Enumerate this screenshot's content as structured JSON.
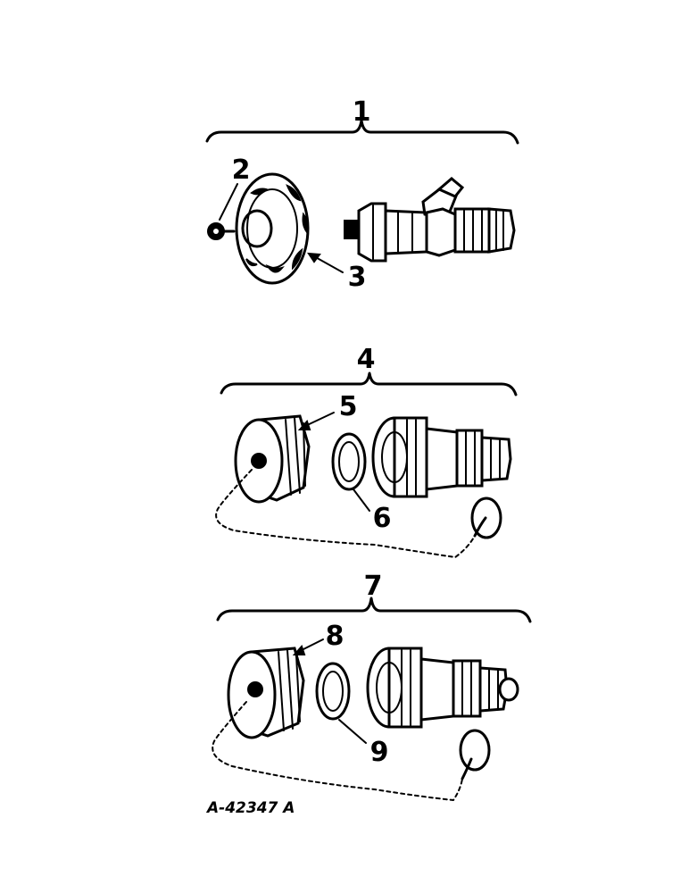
{
  "diagram": {
    "callouts": {
      "c1": "1",
      "c2": "2",
      "c3": "3",
      "c4": "4",
      "c5": "5",
      "c6": "6",
      "c7": "7",
      "c8": "8",
      "c9": "9"
    },
    "reference_code": "A-42347 A"
  }
}
